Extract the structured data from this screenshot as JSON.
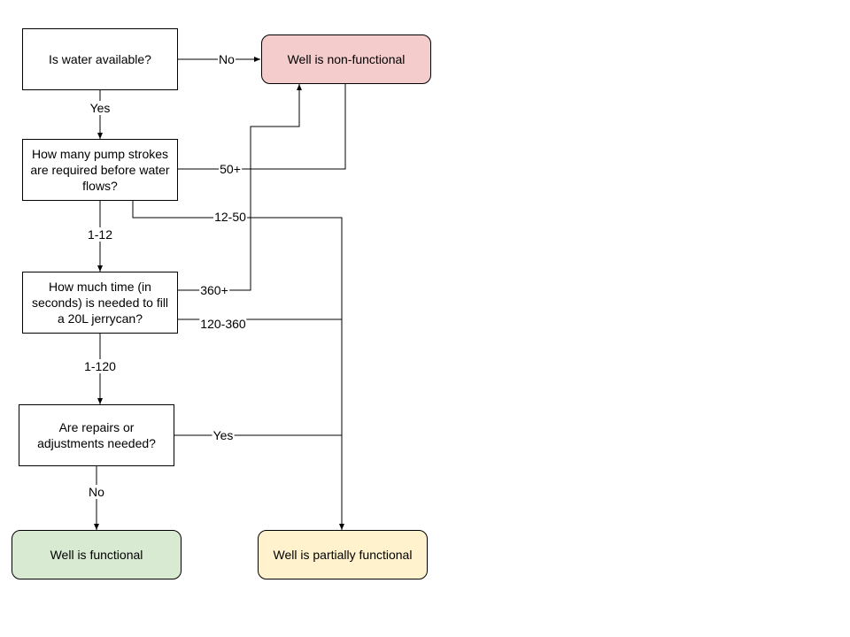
{
  "nodes": {
    "q_water": "Is water available?",
    "q_strokes": "How many pump strokes are required before water flows?",
    "q_time": "How much time (in seconds) is needed to fill a 20L jerrycan?",
    "q_repairs": "Are repairs or adjustments needed?",
    "nonfunctional": "Well is non-functional",
    "functional": "Well is functional",
    "partial": "Well is partially functional"
  },
  "edges": {
    "water_no": "No",
    "water_yes": "Yes",
    "strokes_50": "50+",
    "strokes_12_50": "12-50",
    "strokes_1_12": "1-12",
    "time_360": "360+",
    "time_120_360": "120-360",
    "time_1_120": "1-120",
    "repairs_yes": "Yes",
    "repairs_no": "No"
  },
  "colors": {
    "nonfunctional_fill": "#f4cccc",
    "functional_fill": "#d9ead3",
    "partial_fill": "#fff2cc",
    "line": "#000000"
  }
}
